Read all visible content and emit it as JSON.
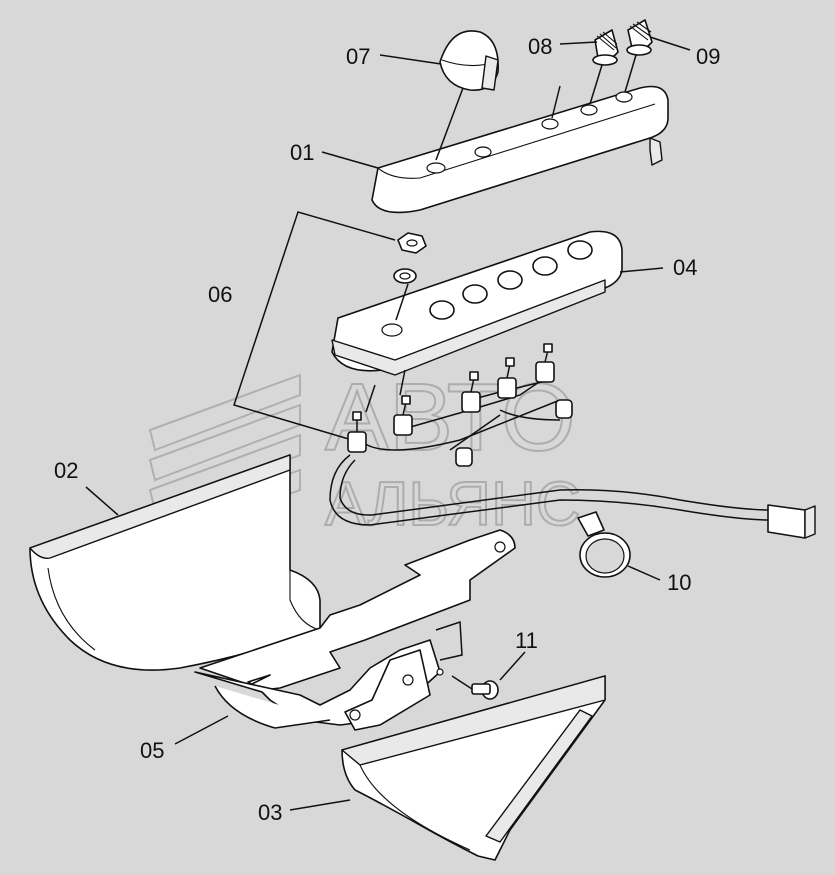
{
  "watermark": {
    "line1": "АВТО",
    "line2": "АЛЬЯНС"
  },
  "labels": {
    "p01": "01",
    "p02": "02",
    "p03": "03",
    "p04": "04",
    "p05": "05",
    "p06": "06",
    "p07": "07",
    "p08": "08",
    "p09": "09",
    "p10": "10",
    "p11": "11"
  },
  "colors": {
    "background": "#d8d8d8",
    "line": "#111111",
    "watermark": "#8a8a8a"
  }
}
